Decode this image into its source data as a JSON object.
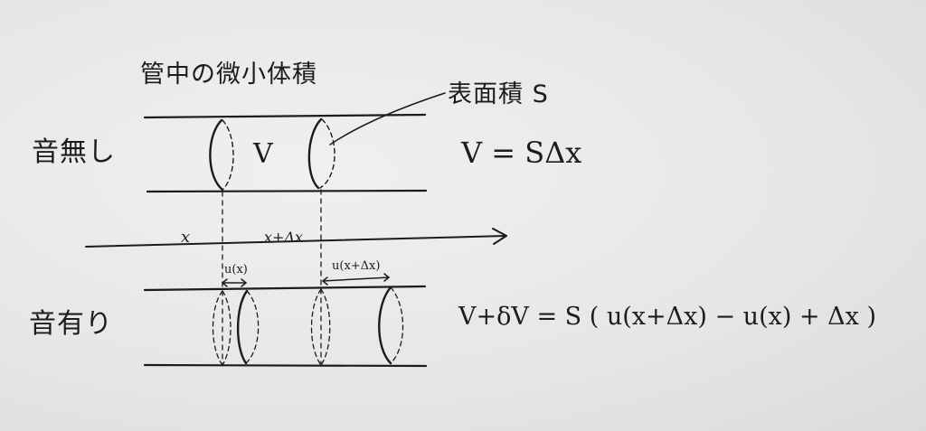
{
  "title": "管中の微小体積",
  "surface_label": "表面積 S",
  "volume_label": "V",
  "rows": {
    "no_sound": "音無し",
    "with_sound": "音有り"
  },
  "axis": {
    "x": "x",
    "x_plus_dx": "x+Δx"
  },
  "displacements": {
    "u_x": "u(x)",
    "u_x_dx": "u(x+Δx)"
  },
  "equations": {
    "no_sound": "V = SΔx",
    "with_sound": "V+δV = S ( u(x+Δx) − u(x) + Δx )"
  }
}
